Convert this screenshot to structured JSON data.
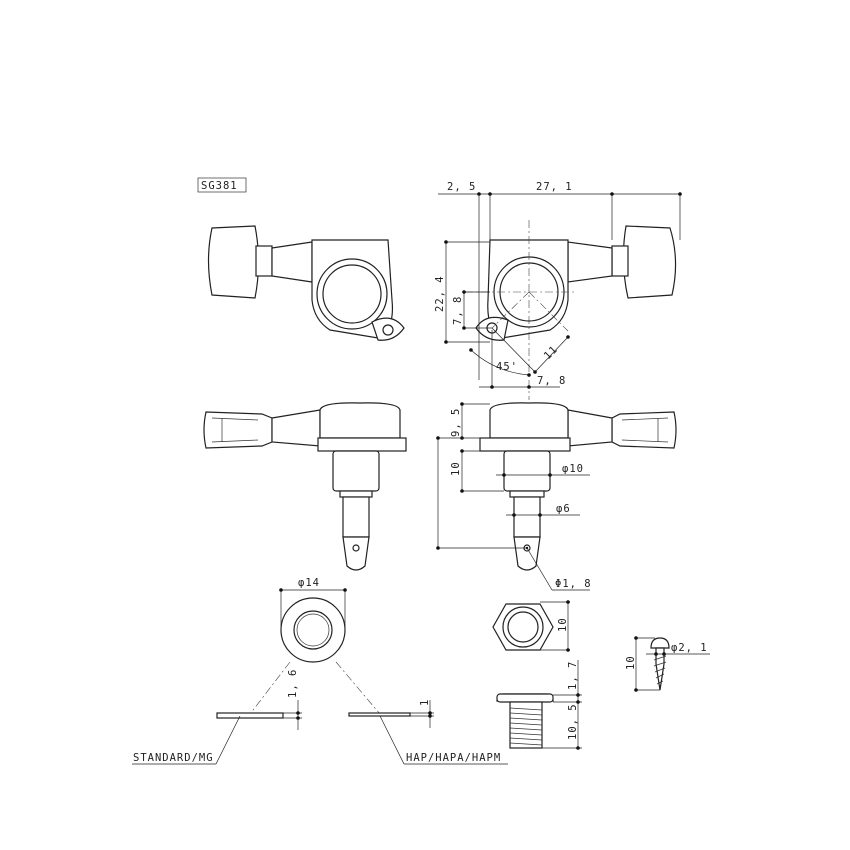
{
  "model_label": "SG381",
  "dimensions": {
    "offset_2_5": "2, 5",
    "width_27_1": "27, 1",
    "height_22_4": "22, 4",
    "hole_7_8_v": "7, 8",
    "hole_11": "11",
    "angle_45": "45'",
    "hole_7_8_h": "7, 8",
    "housing_9_5": "9, 5",
    "bushing_10": "10",
    "post_phi10": "φ10",
    "post_phi6": "φ6",
    "hole_phi1_8": "Φ1, 8",
    "washer_phi14": "φ14",
    "washer_1_6": "1, 6",
    "washer_1": "1",
    "nut_10": "10",
    "nut_1_7": "1, 7",
    "nut_10_5": "10, 5",
    "screw_10": "10",
    "screw_phi2_1": "φ2, 1"
  },
  "callouts": {
    "standard": "STANDARD/MG",
    "hap": "HAP/HAPA/HAPM"
  }
}
